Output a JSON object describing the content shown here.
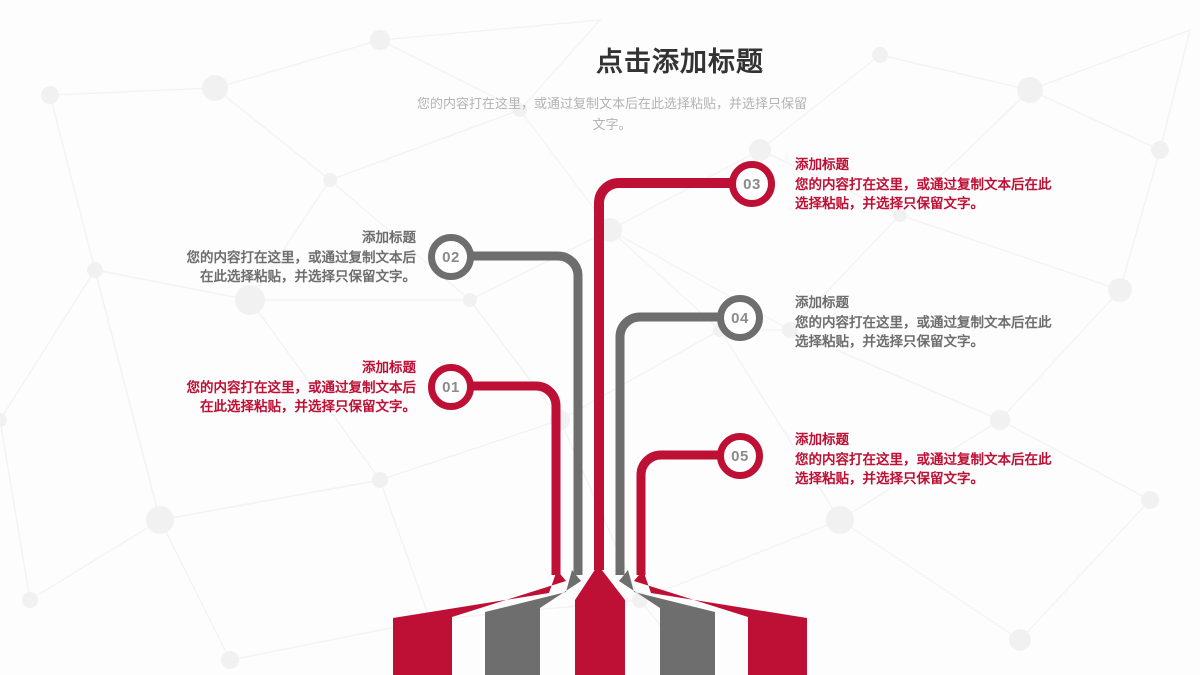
{
  "header": {
    "title": "点击添加标题",
    "subtitle": "您的内容打在这里，或通过复制文本后在此选择粘贴，并选择只保留文字。"
  },
  "colors": {
    "red": "#bd1034",
    "gray": "#6e6e6e",
    "number_text": "#8a8a8a",
    "title_text": "#333333",
    "subtitle_text": "#b3b3b3",
    "background": "#fdfdfd",
    "network_line": "#f4f4f5"
  },
  "nodes": [
    {
      "id": "01",
      "number": "01",
      "color": "red",
      "side": "left",
      "align": "align-right",
      "title": "添加标题",
      "body": "您的内容打在这里，或通过复制文本后在此选择粘贴，并选择只保留文字。"
    },
    {
      "id": "02",
      "number": "02",
      "color": "gray",
      "side": "left",
      "align": "align-right",
      "title": "添加标题",
      "body": "您的内容打在这里，或通过复制文本后在此选择粘贴，并选择只保留文字。"
    },
    {
      "id": "03",
      "number": "03",
      "color": "red",
      "side": "right",
      "align": "align-left",
      "title": "添加标题",
      "body": "您的内容打在这里，或通过复制文本后在此选择粘贴，并选择只保留文字。"
    },
    {
      "id": "04",
      "number": "04",
      "color": "gray",
      "side": "right",
      "align": "align-left",
      "title": "添加标题",
      "body": "您的内容打在这里，或通过复制文本后在此选择粘贴，并选择只保留文字。"
    },
    {
      "id": "05",
      "number": "05",
      "color": "red",
      "side": "right",
      "align": "align-left",
      "title": "添加标题",
      "body": "您的内容打在这里，或通过复制文本后在此选择粘贴，并选择只保留文字。"
    }
  ]
}
